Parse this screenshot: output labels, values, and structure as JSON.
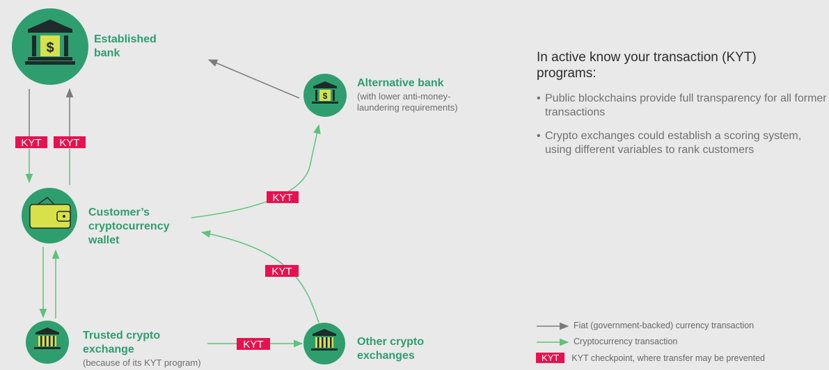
{
  "nodes": {
    "established_bank": {
      "label": "Established\nbank"
    },
    "alternative_bank": {
      "label": "Alternative bank",
      "sub": "(with lower anti-money-\nlaundering requirements)"
    },
    "customer_wallet": {
      "label": "Customer’s\ncryptocurrency\nwallet"
    },
    "trusted_exchange": {
      "label": "Trusted crypto\nexchange",
      "sub": "(because of its KYT program)"
    },
    "other_exchanges": {
      "label": "Other crypto\nexchanges"
    }
  },
  "kyt_label": "KYT",
  "info": {
    "title": "In active know your transaction (KYT) programs:",
    "bullets": [
      "Public blockchains provide full transparency for all former transactions",
      "Crypto exchanges could establish a scoring system, using different variables to rank customers"
    ]
  },
  "legend": {
    "fiat": "Fiat (government-backed) currency transaction",
    "crypto": "Cryptocurrency transaction",
    "kyt": "KYT checkpoint, where transfer may be prevented"
  },
  "colors": {
    "background": "#e9e9e9",
    "node_green": "#2f9e6e",
    "fiat_arrow": "#7b7b7b",
    "crypto_arrow": "#5cc27a",
    "kyt_badge": "#e8114f",
    "label_green": "#2f9e6e",
    "wallet_yellow": "#d8e04a"
  },
  "icons": [
    "bank-icon",
    "dollar-icon",
    "wallet-icon"
  ]
}
